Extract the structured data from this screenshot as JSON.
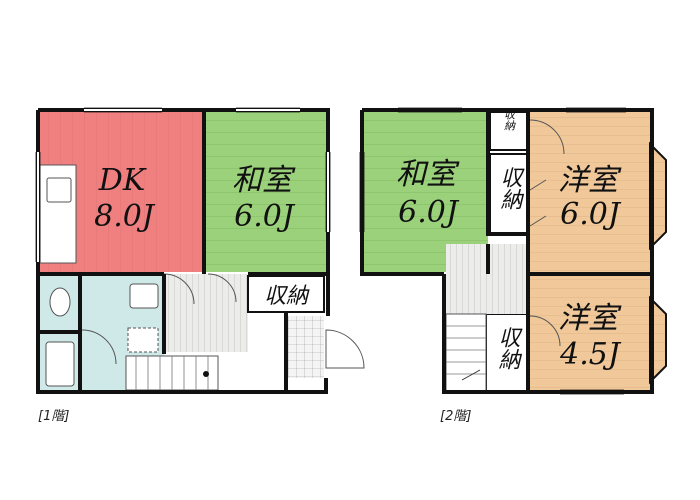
{
  "floors": [
    {
      "label": "[1階]",
      "rooms": [
        {
          "name": "DK",
          "size": "8.0J",
          "color": "#f08080"
        },
        {
          "name": "和室",
          "size": "6.0J",
          "color": "#9bd17a"
        },
        {
          "name": "収納",
          "size": ""
        }
      ]
    },
    {
      "label": "[2階]",
      "rooms": [
        {
          "name": "和室",
          "size": "6.0J",
          "color": "#9bd17a"
        },
        {
          "name": "洋室",
          "size": "6.0J",
          "color": "#f0c89a"
        },
        {
          "name": "洋室",
          "size": "4.5J",
          "color": "#f0c89a"
        },
        {
          "name": "収納",
          "size": ""
        },
        {
          "name": "収納",
          "size": ""
        },
        {
          "name": "収納",
          "size": ""
        }
      ]
    }
  ],
  "colors": {
    "wall": "#111111",
    "tatami": "#9bd17a",
    "dk": "#f08080",
    "western": "#f0c89a",
    "wet": "#cfe8e8",
    "hall": "#e8e8e0"
  }
}
